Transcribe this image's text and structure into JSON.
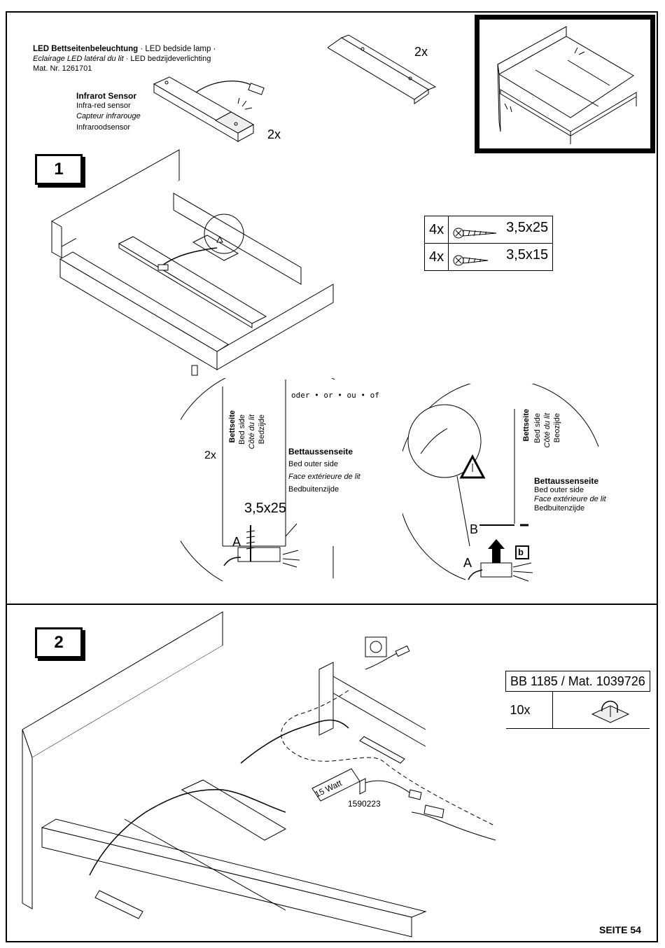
{
  "header": {
    "product_title_de": "LED Bettseitenbeleuchtung",
    "product_title_en": "· LED bedside lamp ·",
    "product_title_fr": "Eclairage LED latéral du lit",
    "product_title_nl": "· LED bedzijdeverlichting",
    "mat_nr": "Mat. Nr. 1261701",
    "sensor_de": "Infrarot Sensor",
    "sensor_en": "Infra-red sensor",
    "sensor_fr": "Capteur infrarouge",
    "sensor_nl": "Infraroodsensor",
    "lamp_qty": "2x",
    "bracket_qty": "2x"
  },
  "step1": {
    "number": "1",
    "screws": [
      {
        "qty": "4x",
        "size": "3,5x25"
      },
      {
        "qty": "4x",
        "size": "3,5x15"
      }
    ],
    "oder_label": "oder • or • ou • of",
    "left_detail": {
      "qty": "2x",
      "bedside_de": "Bettseite",
      "bedside_en": "Bed side",
      "bedside_fr": "Côté du lit",
      "bedside_nl": "Bedzijde",
      "outer_de": "Bettaussenseite",
      "outer_en": "Bed outer side",
      "outer_fr": "Face extérieure de lit",
      "outer_nl": "Bedbuitenzijde",
      "screw": "3,5x25",
      "point": "A"
    },
    "right_detail": {
      "bedside_de": "Bettseite",
      "bedside_en": "Bed side",
      "bedside_fr": "Côté du lit",
      "bedside_nl": "Beozijde",
      "outer_de": "Bettaussenseite",
      "outer_en": "Bed outer side",
      "outer_fr": "Face extérieure de lit",
      "outer_nl": "Bedbuitenzijde",
      "point_a": "A",
      "point_b": "B",
      "tag": "b"
    }
  },
  "step2": {
    "number": "2",
    "clip_set": "BB 1185 / Mat. 1039726",
    "clip_qty": "10x",
    "driver_label": "15 Watt",
    "driver_mat": "1590223"
  },
  "footer": {
    "page": "SEITE 54"
  }
}
